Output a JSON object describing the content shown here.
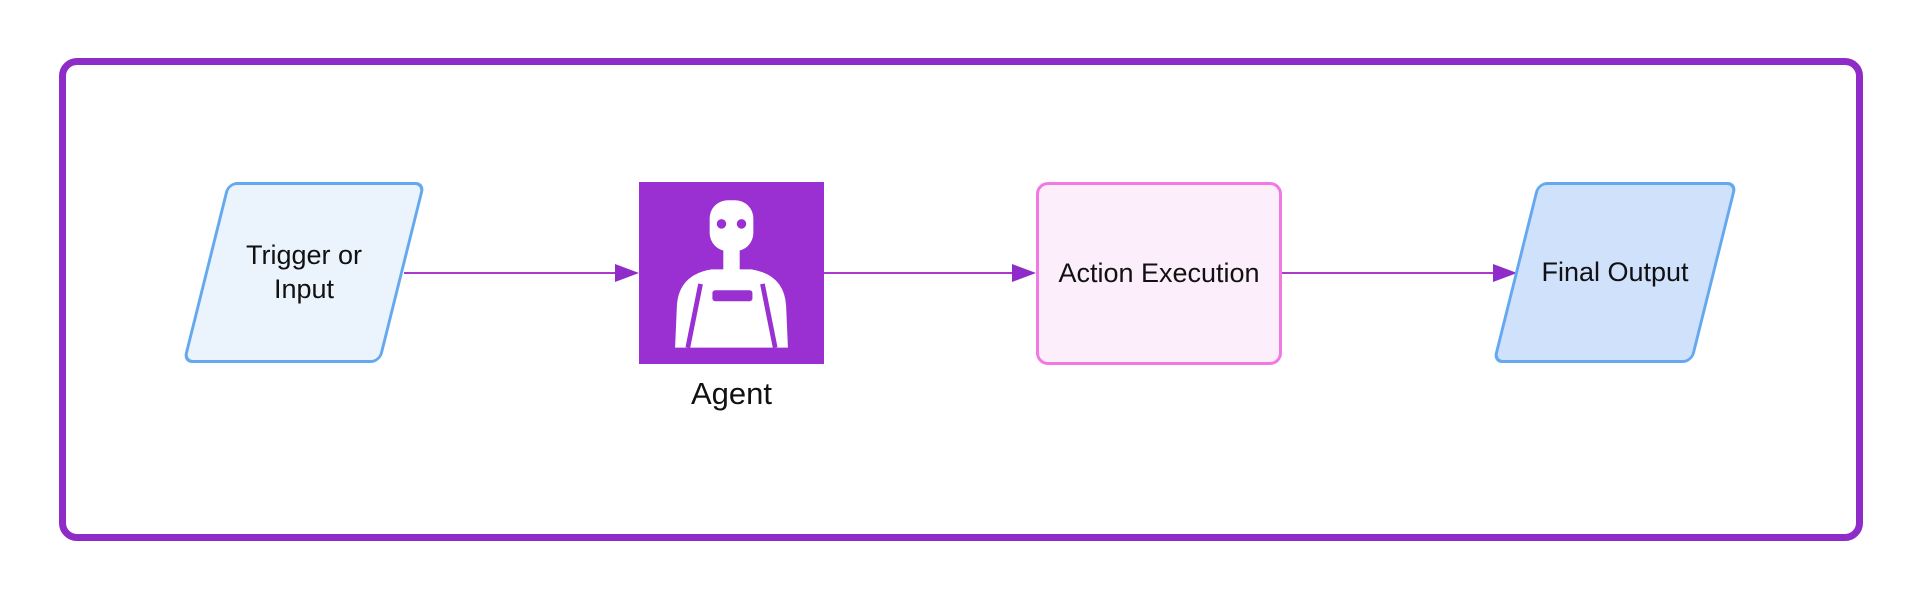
{
  "diagram": {
    "type": "flowchart",
    "direction": "left-to-right",
    "frame": {
      "shape": "rounded-rectangle-border",
      "border_color": "#8f2bc7"
    },
    "background_color": "#ffffff",
    "nodes": [
      {
        "id": "trigger",
        "label": "Trigger or Input",
        "shape": "parallelogram",
        "fill": "#ebf3fc",
        "border": "#64a9f0",
        "text_color": "#111111"
      },
      {
        "id": "agent",
        "label": "Agent",
        "shape": "icon-square",
        "icon": "robot-icon",
        "fill": "#9a30d1",
        "icon_color": "#ffffff",
        "text_color": "#111111"
      },
      {
        "id": "action",
        "label": "Action Execution",
        "shape": "rounded-rectangle",
        "fill": "#fdeefb",
        "border": "#f279e2",
        "text_color": "#111111"
      },
      {
        "id": "output",
        "label": "Final Output",
        "shape": "parallelogram",
        "fill": "#cfe1fb",
        "border": "#64a9f0",
        "text_color": "#111111"
      }
    ],
    "edges": [
      {
        "from": "trigger",
        "to": "agent",
        "style": "arrow",
        "line_color": "#ac38ce",
        "head_color": "#8e2bc9"
      },
      {
        "from": "agent",
        "to": "action",
        "style": "arrow",
        "line_color": "#ac38ce",
        "head_color": "#8e2bc9"
      },
      {
        "from": "action",
        "to": "output",
        "style": "arrow",
        "line_color": "#ac38ce",
        "head_color": "#8e2bc9"
      }
    ]
  }
}
